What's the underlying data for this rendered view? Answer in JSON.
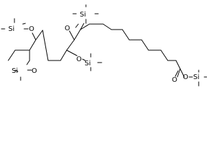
{
  "molecule": {
    "labels": {
      "tms1_si": "Si",
      "tms1_o": "O",
      "tms2_si": "Si",
      "tms2_o": "O",
      "tms3_si": "Si",
      "tms3_o": "O",
      "tms4_si": "Si",
      "tms4_o": "O",
      "ester_o": "O",
      "ester_carbonyl_o": "O",
      "ester_si": "Si"
    }
  }
}
